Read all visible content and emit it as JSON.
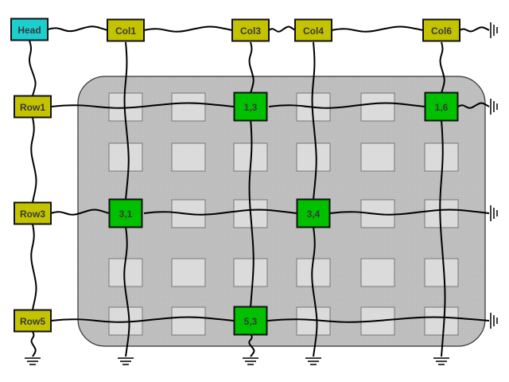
{
  "diagram": {
    "title": "Linked grid (Head / Column / Row headers with sparse nodes)",
    "colors": {
      "head": "#1ccfcf",
      "header": "#c3c300",
      "node": "#00c000",
      "empty_cell": "#e0e0e0",
      "panel": "#bdbdbd",
      "wire": "#000000",
      "text": "#3a3a3a"
    },
    "head": {
      "label": "Head"
    },
    "columns": [
      {
        "index": 1,
        "label": "Col1"
      },
      {
        "index": 3,
        "label": "Col3"
      },
      {
        "index": 4,
        "label": "Col4"
      },
      {
        "index": 6,
        "label": "Col6"
      }
    ],
    "rows": [
      {
        "index": 1,
        "label": "Row1"
      },
      {
        "index": 3,
        "label": "Row3"
      },
      {
        "index": 5,
        "label": "Row5"
      }
    ],
    "grid": {
      "rows": 5,
      "cols": 6
    },
    "nodes": [
      {
        "row": 1,
        "col": 3,
        "label": "1,3"
      },
      {
        "row": 1,
        "col": 6,
        "label": "1,6"
      },
      {
        "row": 3,
        "col": 1,
        "label": "3,1"
      },
      {
        "row": 3,
        "col": 4,
        "label": "3,4"
      },
      {
        "row": 5,
        "col": 3,
        "label": "5,3"
      }
    ],
    "terminators": {
      "ground_icon": "ground-symbol",
      "count_bottom": 5,
      "count_right": 4
    }
  }
}
